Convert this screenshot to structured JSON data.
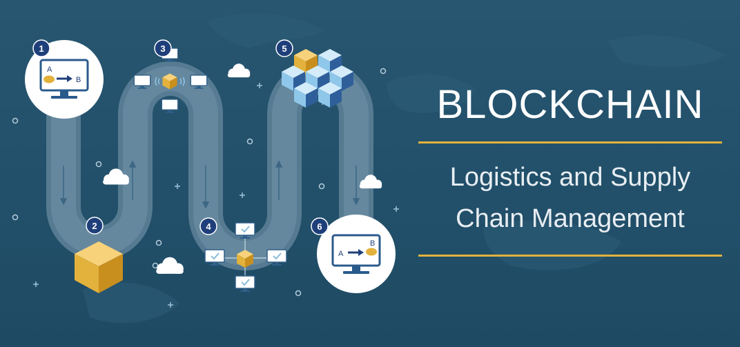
{
  "title": "BLOCKCHAIN",
  "subtitle_line1": "Logistics and  Supply",
  "subtitle_line2": "Chain Management",
  "steps": [
    "1",
    "2",
    "3",
    "4",
    "5",
    "6"
  ],
  "transfer_start": {
    "from": "A",
    "to": "B"
  },
  "transfer_end": {
    "from": "A",
    "to": "B"
  },
  "colors": {
    "background": "#245069",
    "path": "#5f8298",
    "accent": "#e3b23c",
    "cube_blue": "#8ec7ea",
    "step_badge": "#1f3f7a"
  }
}
